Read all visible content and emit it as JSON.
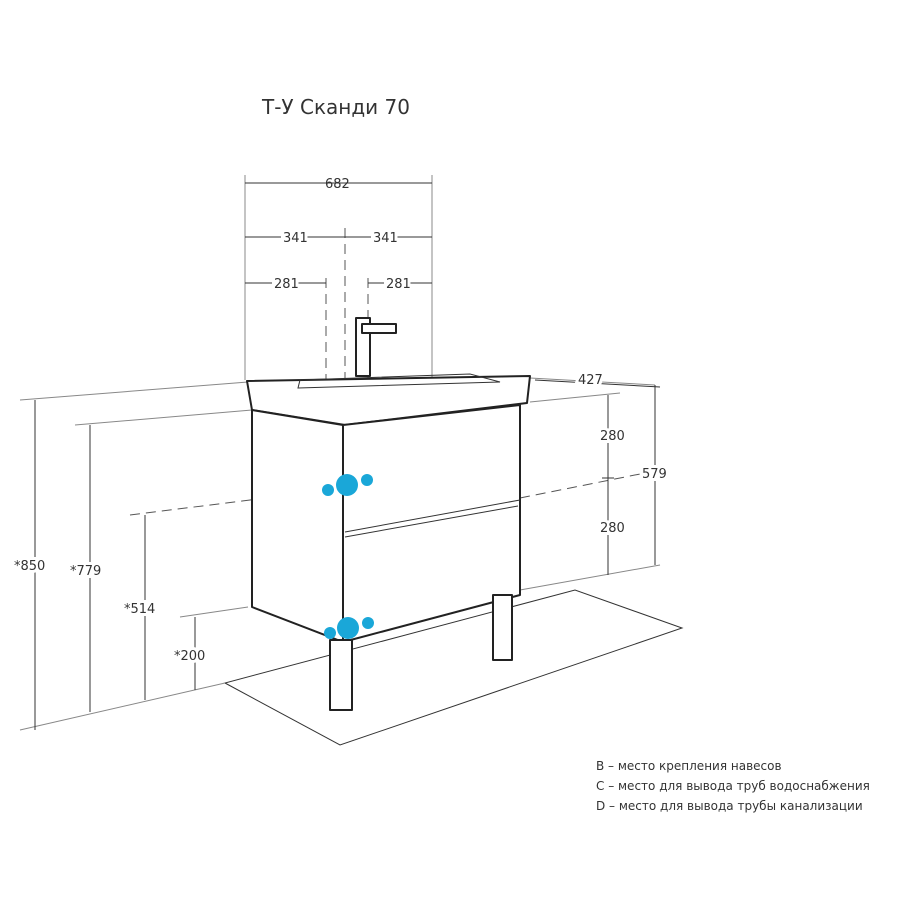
{
  "title": "Т-У Сканди 70",
  "dimensions": {
    "total_width": "682",
    "half_left": "341",
    "half_right": "341",
    "offset_left": "281",
    "offset_right": "281",
    "depth": "427",
    "height_total": "*850",
    "height_779": "*779",
    "height_514": "*514",
    "height_200": "*200",
    "cabinet_height": "579",
    "drawer_upper": "280",
    "drawer_lower": "280"
  },
  "legend": [
    "B – место крепления навесов",
    "C – место для вывода труб водоснабжения",
    "D – место для вывода трубы канализации"
  ],
  "colors": {
    "marker": "#1aa7d8",
    "line": "#333333"
  }
}
